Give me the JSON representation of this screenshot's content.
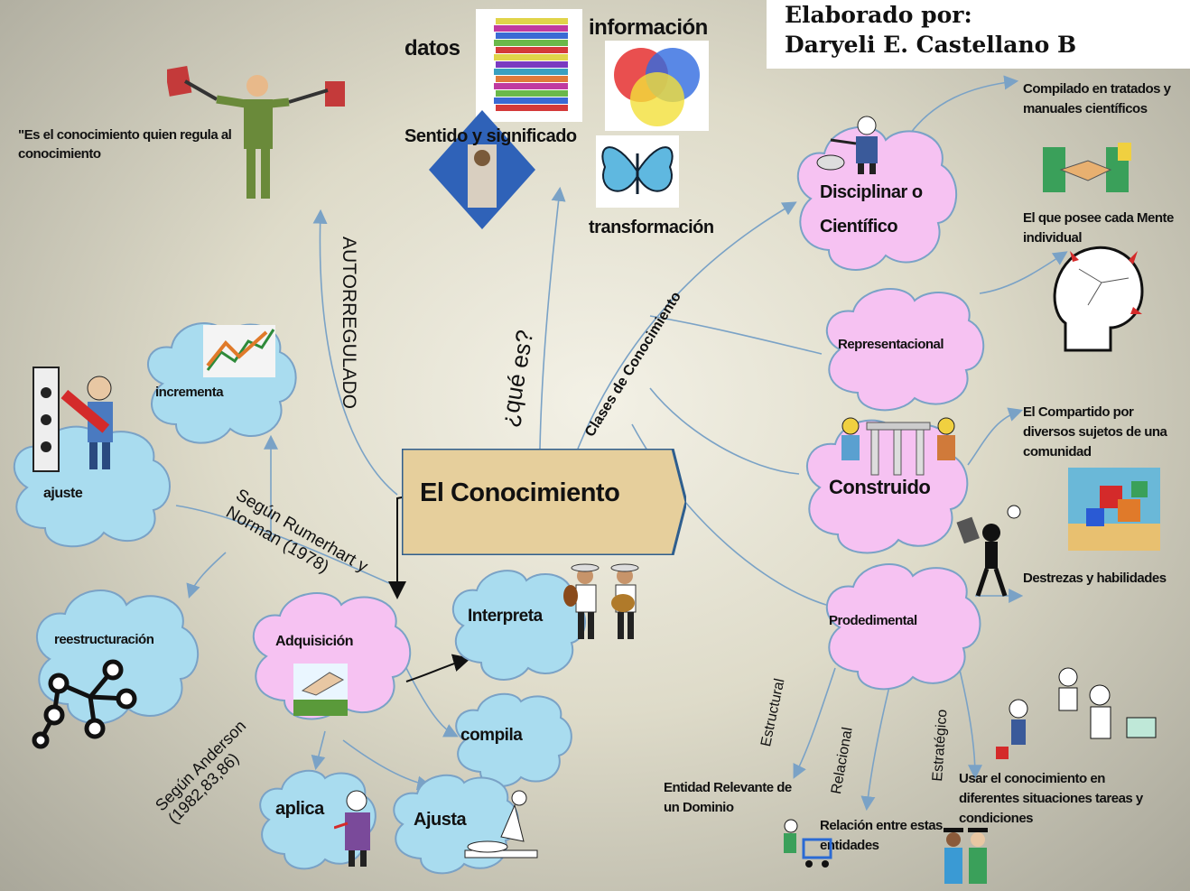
{
  "credit": {
    "line1": "Elaborado por:",
    "line2": "Daryeli E. Castellano B"
  },
  "central": "El Conocimiento",
  "top": {
    "datos": "datos",
    "informacion": "información",
    "sentido": "Sentido y significado",
    "transformacion": "transformación",
    "quote": "\"Es el conocimiento quien regula al conocimiento"
  },
  "edge_labels": {
    "autorregulado": "AUTORREGULADO",
    "que_es": "¿qué es?",
    "clases": "Clases de Conocimiento",
    "rumerhart": "Según Rumerhart y Norman (1978)",
    "anderson": "Según Anderson (1982,83,86)",
    "estructural": "Estructural",
    "relacional": "Relacional",
    "estrategico": "Estratégico"
  },
  "blue_clouds": {
    "incrementa": "incrementa",
    "ajuste": "ajuste",
    "reestructuracion": "reestructuración",
    "interpreta": "Interpreta",
    "compila": "compila",
    "aplica": "aplica",
    "ajusta": "Ajusta"
  },
  "pink_clouds": {
    "adquisicion": "Adquisición",
    "disciplinar": "Disciplinar o",
    "cientifico": "Científico",
    "representacional": "Representacional",
    "construido": "Construido",
    "procedimental": "Prodedimental"
  },
  "right_texts": {
    "compilado": "Compilado en tratados y manuales científicos",
    "posee": "El que posee cada Mente individual",
    "compartido": "El Compartido por diversos sujetos de una comunidad",
    "destrezas": "Destrezas y habilidades",
    "usar": "Usar el conocimiento en diferentes situaciones tareas y condiciones",
    "entidad": "Entidad Relevante de un Dominio",
    "relacion": "Relación entre estas entidades"
  },
  "colors": {
    "blue_cloud": "#a9dcef",
    "pink_cloud": "#f6c2f2",
    "connector": "#7aa2c6",
    "central_border": "#2e5e8e"
  }
}
